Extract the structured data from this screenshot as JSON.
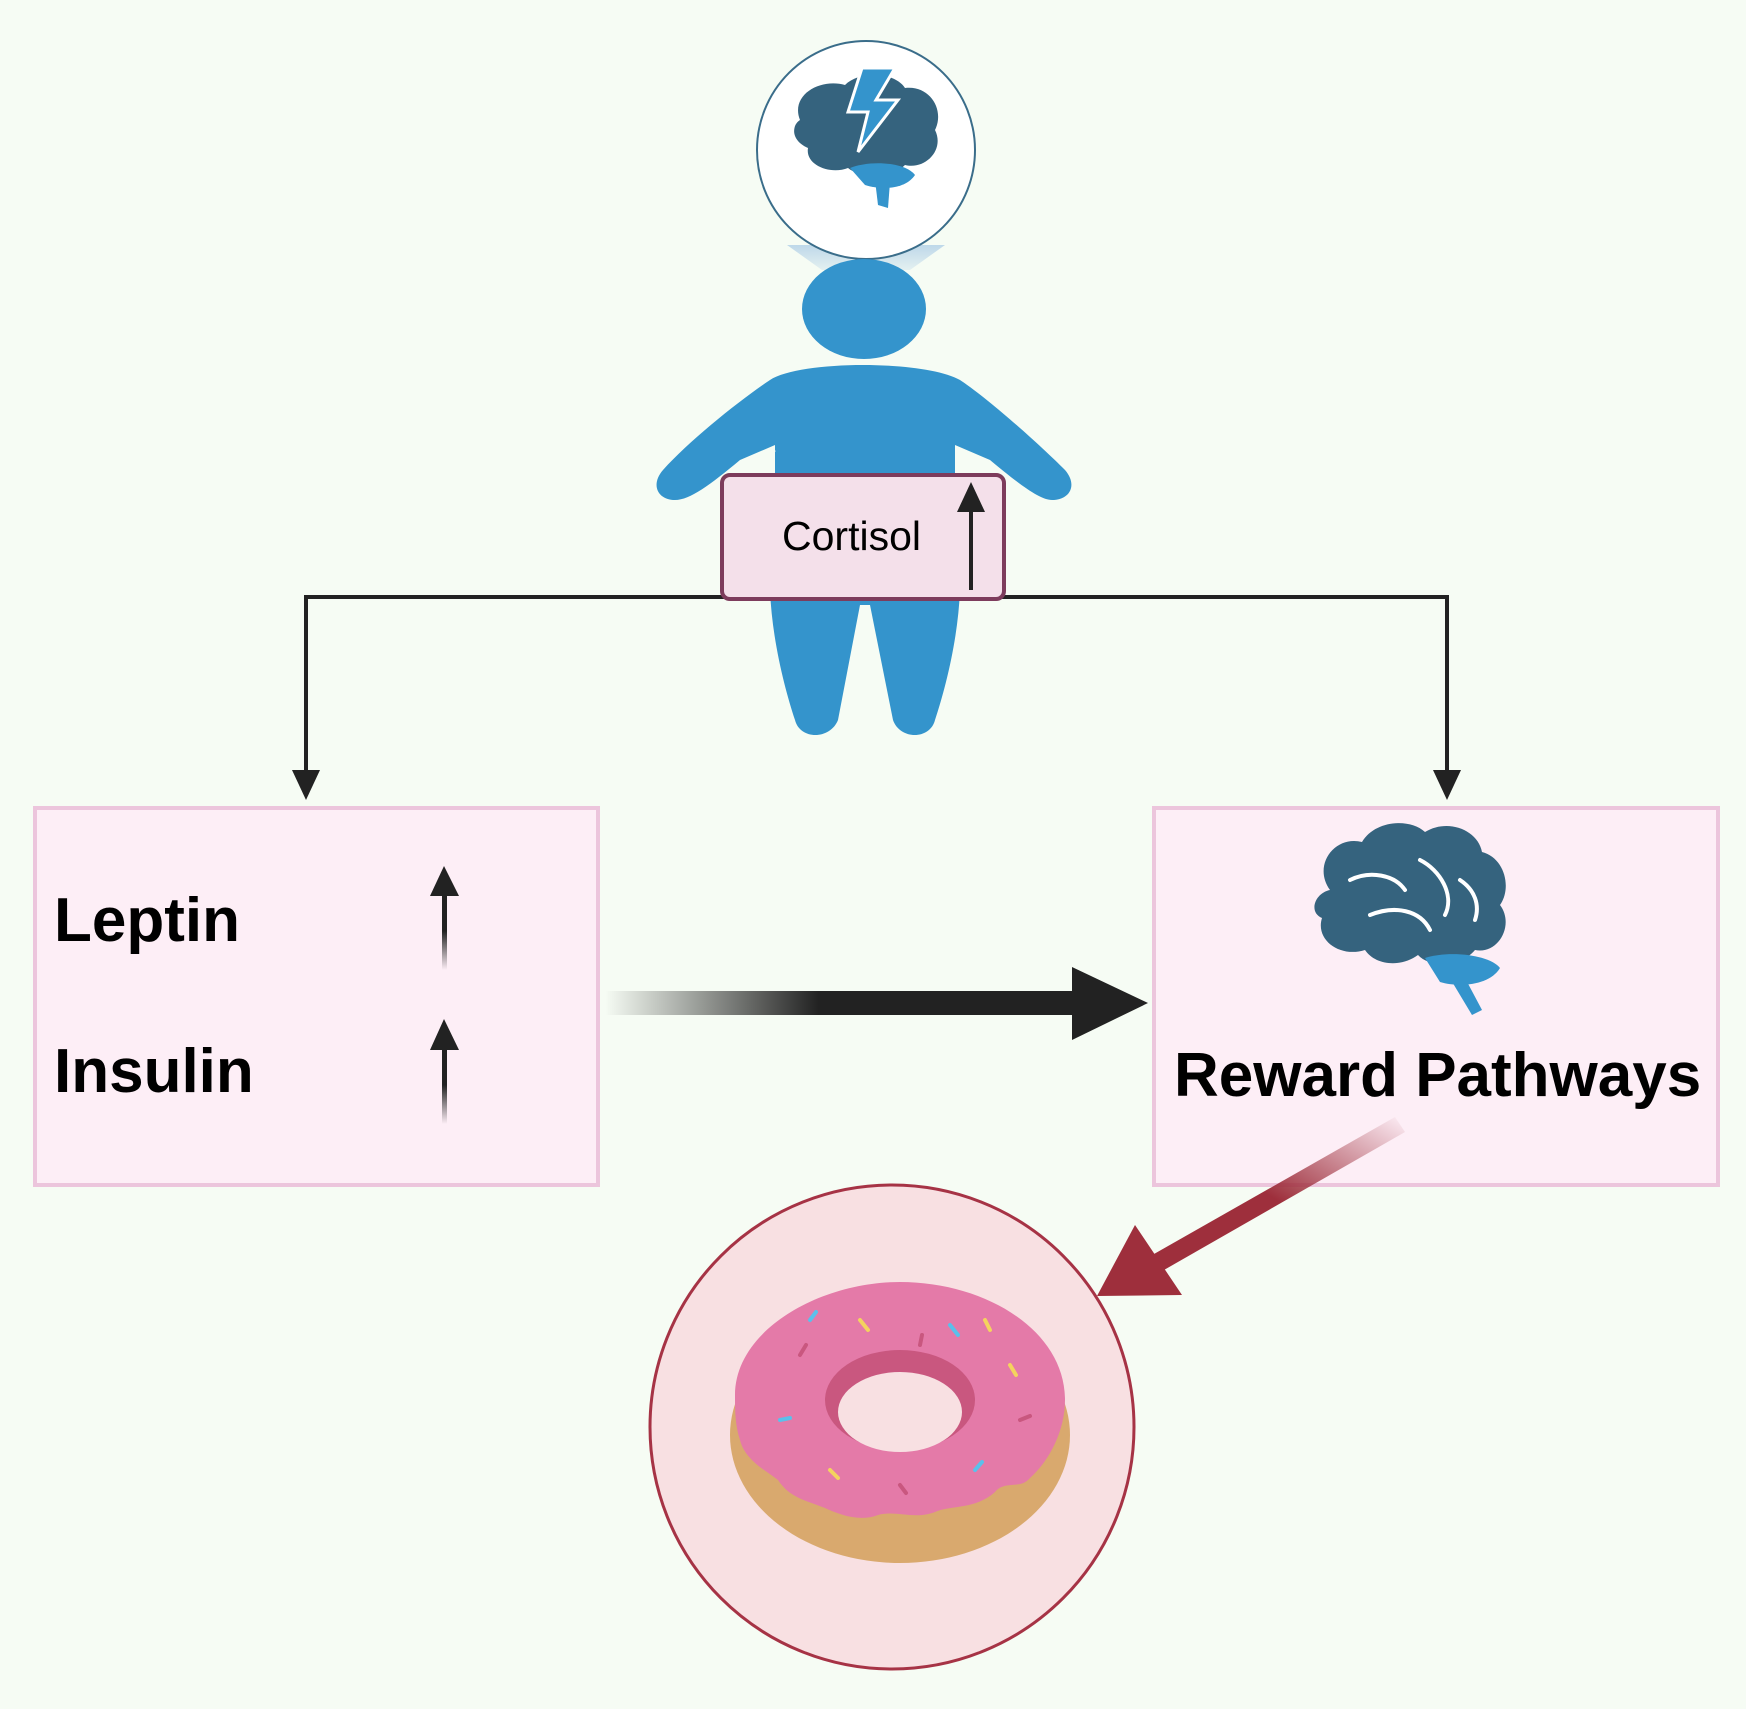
{
  "labels": {
    "cortisol": "Cortisol",
    "leptin": "Leptin",
    "insulin": "Insulin",
    "reward_pathways": "Reward Pathways"
  },
  "colors": {
    "background": "#f6fcf4",
    "person_blue": "#3494cc",
    "brain_dark": "#35637e",
    "brain_light": "#3494cc",
    "box_fill": "#fdeef6",
    "box_border": "#ecc5dc",
    "cortisol_box_fill": "#f4e0ea",
    "cortisol_box_border": "#7d3c5c",
    "arrow_dark": "#222222",
    "arrow_red": "#9e2f3c",
    "donut_circle_fill": "#f8e0e2",
    "donut_circle_border": "#a63345",
    "icing_pink": "#e47aa8",
    "dough_tan": "#d9a96e"
  },
  "icons": [
    "stressed-brain-icon",
    "person-icon",
    "brain-icon",
    "donut-icon",
    "up-arrow-icon"
  ]
}
